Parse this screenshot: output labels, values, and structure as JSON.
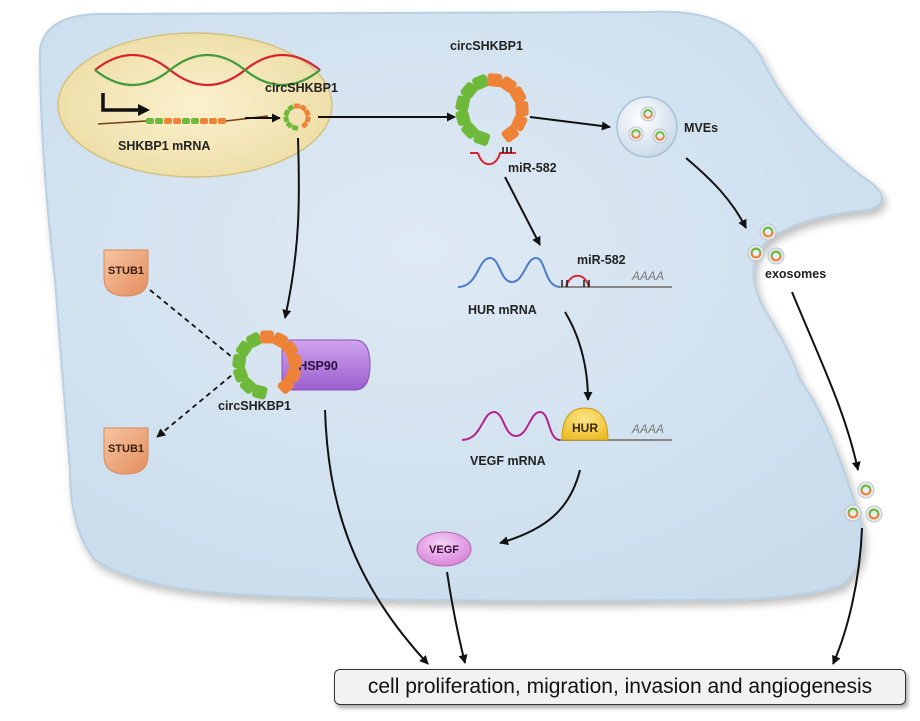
{
  "labels": {
    "circ_top": "circSHKBP1",
    "mrna": "SHKBP1 mRNA",
    "circ_mid": "circSHKBP1",
    "mir582_a": "miR-582",
    "mves": "MVEs",
    "exosomes": "exosomes",
    "stub1_a": "STUB1",
    "stub1_b": "STUB1",
    "mir582_b": "miR-582",
    "polya_a": "AAAA",
    "hur_mrna": "HUR mRNA",
    "hsp90": "HSP90",
    "circ_bottom": "circSHKBP1",
    "hur": "HUR",
    "polya_b": "AAAA",
    "vegf_mrna": "VEGF mRNA",
    "vegf": "VEGF"
  },
  "outcome": "cell proliferation, migration, invasion and angiogenesis",
  "colors": {
    "cell": "#d5e5f1",
    "nucleus": "#f4e7b9",
    "green_unit": "#6fb93a",
    "orange_unit": "#ee8236",
    "red_mirna": "#d9232e",
    "blue_mrna": "#4a7ac9",
    "magenta_mrna": "#b4228c",
    "stub1": "#eda377",
    "hsp90": "#b87fdc",
    "hur": "#f5cf44",
    "vegf": "#e29ae2"
  }
}
